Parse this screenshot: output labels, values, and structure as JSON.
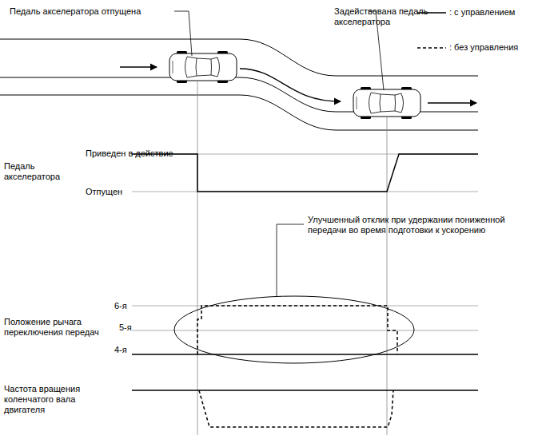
{
  "diagram": {
    "labels": [
      "Педаль акселератора отпущена",
      "Задействована педаль акселератора",
      "Педаль акселератора",
      "Приведен в действие",
      "Отпущен",
      "Улучшенный отклик при удержании пониженной передачи во время подготовки к ускорению",
      "6-я",
      "5-я",
      "4-я",
      "Положение рычага переключения передач",
      "Частота вращения коленчатого вала двигателя"
    ],
    "legend": [
      {
        "text": ": с управлением"
      },
      {
        "text": ": без управления"
      }
    ]
  }
}
